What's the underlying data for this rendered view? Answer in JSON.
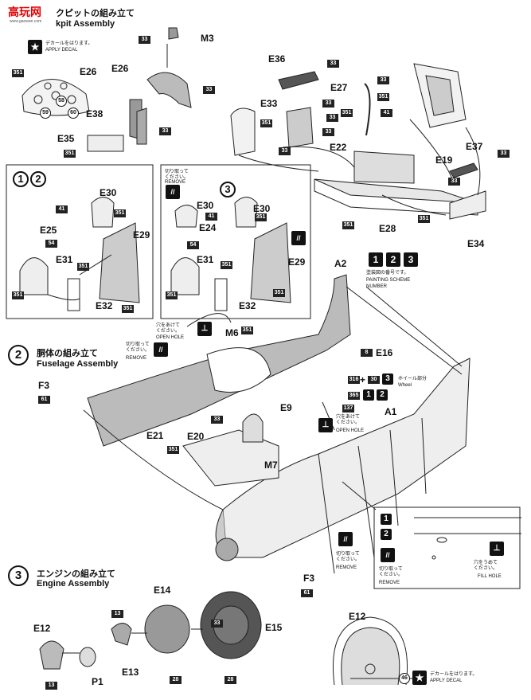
{
  "watermark": {
    "brand": "高玩网",
    "url": "www.gaowan.com"
  },
  "step1": {
    "jp": "クピットの組み立て",
    "en": "kpit Assembly"
  },
  "step2": {
    "num": "2",
    "jp": "胴体の組み立て",
    "en": "Fuselage Assembly"
  },
  "step3": {
    "num": "3",
    "jp": "エンジンの組み立て",
    "en": "Engine Assembly"
  },
  "decal1": {
    "jp": "デカールをはります。",
    "en": "APPLY DECAL"
  },
  "decal2": {
    "jp": "デカールをはります。",
    "en": "APPLY DECAL"
  },
  "remove1": {
    "jp": "切り取って\nください。",
    "en": "REMOVE"
  },
  "remove2": {
    "jp": "切り取って\nください。",
    "en": "REMOVE"
  },
  "remove3": {
    "jp": "切り取って\nください。",
    "en": "REMOVE"
  },
  "remove4": {
    "jp": "切り取って\nください。",
    "en": "REMOVE"
  },
  "openhole1": {
    "jp": "穴をあけて\nください。",
    "en": "OPEN HOLE"
  },
  "openhole2": {
    "jp": "穴をあけて\nください。",
    "en": "OPEN HOLE"
  },
  "fillhole": {
    "jp": "穴をうめて\nください。",
    "en": "FILL HOLE"
  },
  "painting": {
    "jp": "塗装図の番号です。",
    "en1": "PAINTING SCHEME",
    "en2": "NUMBER"
  },
  "wheel": {
    "jp": "ホイール部分",
    "en": "Wheel"
  },
  "schemes": {
    "one": "1",
    "two": "2",
    "three": "3"
  },
  "parts": {
    "M3": "M3",
    "E36": "E36",
    "E26": "E26",
    "E27": "E27",
    "E33": "E33",
    "E38": "E38",
    "E22": "E22",
    "E35": "E35",
    "E37": "E37",
    "E19": "E19",
    "E28a": "E28",
    "E34": "E34",
    "E30a": "E30",
    "E25": "E25",
    "E29a": "E29",
    "E31a": "E31",
    "E32a": "E32",
    "E30b": "E30",
    "E24": "E24",
    "E30c": "E30",
    "E31b": "E31",
    "E29b": "E29",
    "E32b": "E32",
    "A2": "A2",
    "M6": "M6",
    "E16": "E16",
    "F3a": "F3",
    "E9": "E9",
    "A1": "A1",
    "E21": "E21",
    "E20": "E20",
    "M7": "M7",
    "F3b": "F3",
    "E14": "E14",
    "E12a": "E12",
    "E15": "E15",
    "E13": "E13",
    "P1": "P1",
    "E12b": "E12"
  },
  "colors": {
    "c33": "33",
    "c351": "351",
    "c41": "41",
    "c54": "54",
    "c58": "58",
    "c59": "59",
    "c60": "60",
    "c61": "61",
    "c8": "8",
    "c316": "316",
    "c30": "30",
    "c365": "365",
    "c137": "137",
    "c13": "13",
    "c28": "28",
    "c46": "46"
  }
}
